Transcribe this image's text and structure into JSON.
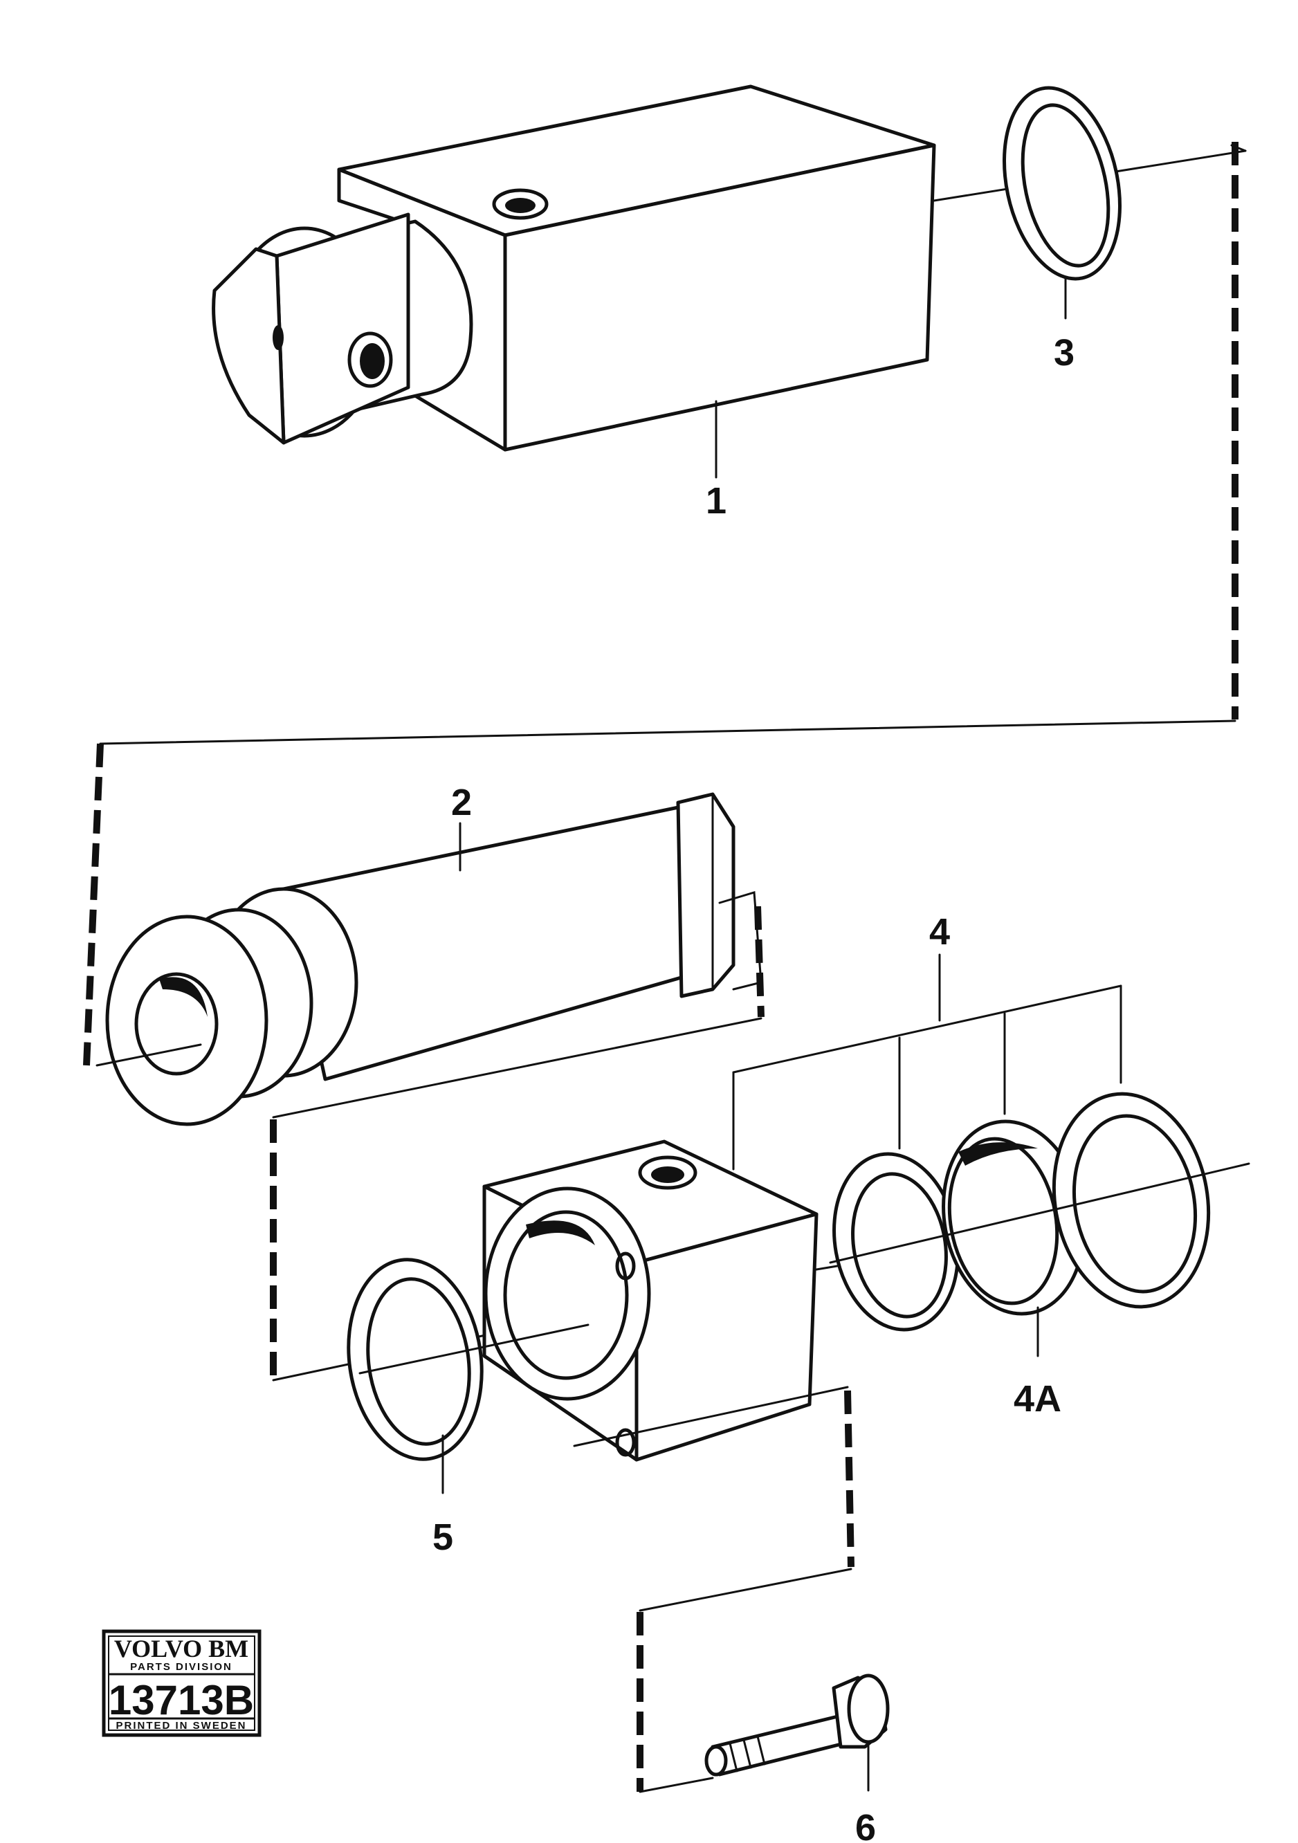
{
  "callouts": {
    "c1": "1",
    "c2": "2",
    "c3": "3",
    "c4": "4",
    "c4a": "4A",
    "c5": "5",
    "c6": "6"
  },
  "stamp": {
    "brand": "VOLVO BM",
    "division": "PARTS DIVISION",
    "number": "13713B",
    "printed": "PRINTED IN SWEDEN"
  }
}
